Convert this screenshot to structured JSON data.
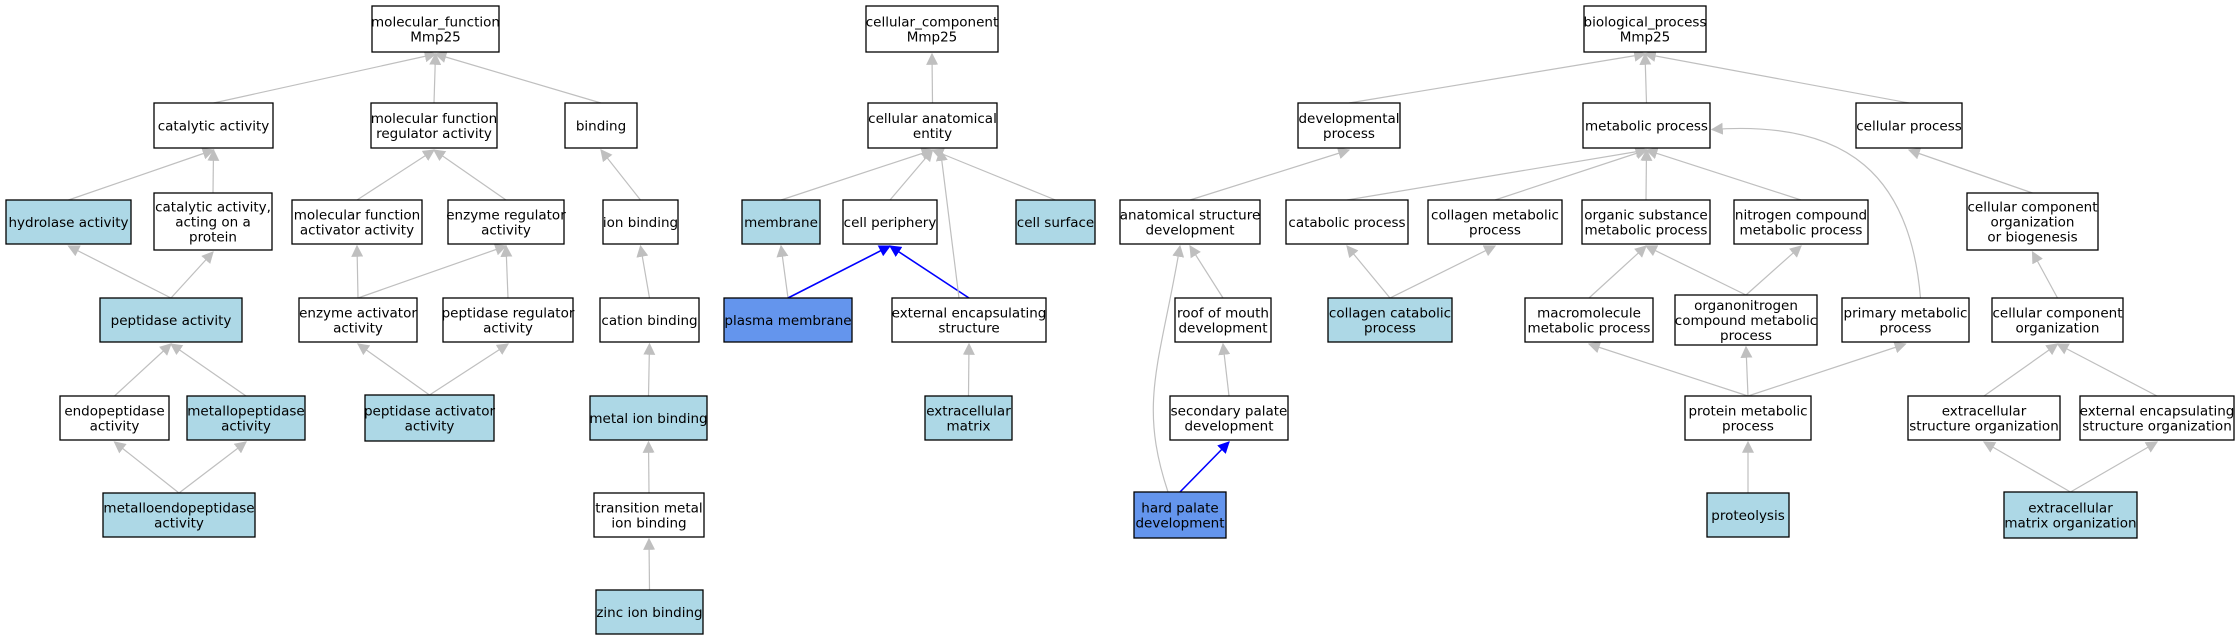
{
  "colors": {
    "white": "#ffffff",
    "light": "#add8e6",
    "focus": "#6495ed",
    "edge": "#bfbfbf",
    "highlight": "#0000ff",
    "border": "#000000"
  },
  "nodes": {
    "mf_root": {
      "lines": [
        "molecular_function",
        "Mmp25"
      ],
      "fill": "white"
    },
    "catalytic": {
      "lines": [
        "catalytic activity"
      ],
      "fill": "white"
    },
    "mf_regulator": {
      "lines": [
        "molecular function",
        "regulator activity"
      ],
      "fill": "white"
    },
    "binding": {
      "lines": [
        "binding"
      ],
      "fill": "white"
    },
    "hydrolase": {
      "lines": [
        "hydrolase activity"
      ],
      "fill": "light"
    },
    "cat_protein": {
      "lines": [
        "catalytic activity,",
        "acting on a",
        "protein"
      ],
      "fill": "white"
    },
    "mf_activator": {
      "lines": [
        "molecular function",
        "activator activity"
      ],
      "fill": "white"
    },
    "enz_regulator": {
      "lines": [
        "enzyme regulator",
        "activity"
      ],
      "fill": "white"
    },
    "ion_binding": {
      "lines": [
        "ion binding"
      ],
      "fill": "white"
    },
    "peptidase": {
      "lines": [
        "peptidase activity"
      ],
      "fill": "light"
    },
    "enz_activator": {
      "lines": [
        "enzyme activator",
        "activity"
      ],
      "fill": "white"
    },
    "pep_regulator": {
      "lines": [
        "peptidase regulator",
        "activity"
      ],
      "fill": "white"
    },
    "cation_binding": {
      "lines": [
        "cation binding"
      ],
      "fill": "white"
    },
    "endopeptidase": {
      "lines": [
        "endopeptidase",
        "activity"
      ],
      "fill": "white"
    },
    "metallopeptidase": {
      "lines": [
        "metallopeptidase",
        "activity"
      ],
      "fill": "light"
    },
    "pep_activator": {
      "lines": [
        "peptidase activator",
        "activity"
      ],
      "fill": "light"
    },
    "metal_ion": {
      "lines": [
        "metal ion binding"
      ],
      "fill": "light"
    },
    "metalloendo": {
      "lines": [
        "metalloendopeptidase",
        "activity"
      ],
      "fill": "light"
    },
    "transition_metal": {
      "lines": [
        "transition metal",
        "ion binding"
      ],
      "fill": "white"
    },
    "zinc": {
      "lines": [
        "zinc ion binding"
      ],
      "fill": "light"
    },
    "cc_root": {
      "lines": [
        "cellular_component",
        "Mmp25"
      ],
      "fill": "white"
    },
    "cae": {
      "lines": [
        "cellular anatomical",
        "entity"
      ],
      "fill": "white"
    },
    "membrane": {
      "lines": [
        "membrane"
      ],
      "fill": "light"
    },
    "periphery": {
      "lines": [
        "cell periphery"
      ],
      "fill": "white"
    },
    "cell_surface": {
      "lines": [
        "cell surface"
      ],
      "fill": "light"
    },
    "plasma_membrane": {
      "lines": [
        "plasma membrane"
      ],
      "fill": "focus"
    },
    "ext_enc_struct": {
      "lines": [
        "external encapsulating",
        "structure"
      ],
      "fill": "white"
    },
    "ecm": {
      "lines": [
        "extracellular",
        "matrix"
      ],
      "fill": "light"
    },
    "bp_root": {
      "lines": [
        "biological_process",
        "Mmp25"
      ],
      "fill": "white"
    },
    "dev_process": {
      "lines": [
        "developmental",
        "process"
      ],
      "fill": "white"
    },
    "metabolic": {
      "lines": [
        "metabolic process"
      ],
      "fill": "white"
    },
    "cellular_process": {
      "lines": [
        "cellular process"
      ],
      "fill": "white"
    },
    "anat_dev": {
      "lines": [
        "anatomical structure",
        "development"
      ],
      "fill": "white"
    },
    "catabolic": {
      "lines": [
        "catabolic process"
      ],
      "fill": "white"
    },
    "collagen_met": {
      "lines": [
        "collagen metabolic",
        "process"
      ],
      "fill": "white"
    },
    "organic_met": {
      "lines": [
        "organic substance",
        "metabolic process"
      ],
      "fill": "white"
    },
    "nitrogen_met": {
      "lines": [
        "nitrogen compound",
        "metabolic process"
      ],
      "fill": "white"
    },
    "cc_org_bio": {
      "lines": [
        "cellular component",
        "organization",
        "or biogenesis"
      ],
      "fill": "white"
    },
    "roof_mouth": {
      "lines": [
        "roof of mouth",
        "development"
      ],
      "fill": "white"
    },
    "collagen_cat": {
      "lines": [
        "collagen catabolic",
        "process"
      ],
      "fill": "light"
    },
    "macromolecule": {
      "lines": [
        "macromolecule",
        "metabolic process"
      ],
      "fill": "white"
    },
    "organonitrogen": {
      "lines": [
        "organonitrogen",
        "compound metabolic",
        "process"
      ],
      "fill": "white"
    },
    "primary_met": {
      "lines": [
        "primary metabolic",
        "process"
      ],
      "fill": "white"
    },
    "cc_org": {
      "lines": [
        "cellular component",
        "organization"
      ],
      "fill": "white"
    },
    "secondary_palate": {
      "lines": [
        "secondary palate",
        "development"
      ],
      "fill": "white"
    },
    "protein_met": {
      "lines": [
        "protein metabolic",
        "process"
      ],
      "fill": "white"
    },
    "ext_struct_org": {
      "lines": [
        "extracellular",
        "structure organization"
      ],
      "fill": "white"
    },
    "ext_enc_org": {
      "lines": [
        "external encapsulating",
        "structure organization"
      ],
      "fill": "white"
    },
    "hard_palate": {
      "lines": [
        "hard palate",
        "development"
      ],
      "fill": "focus"
    },
    "proteolysis": {
      "lines": [
        "proteolysis"
      ],
      "fill": "light"
    },
    "ecm_org": {
      "lines": [
        "extracellular",
        "matrix organization"
      ],
      "fill": "light"
    }
  }
}
